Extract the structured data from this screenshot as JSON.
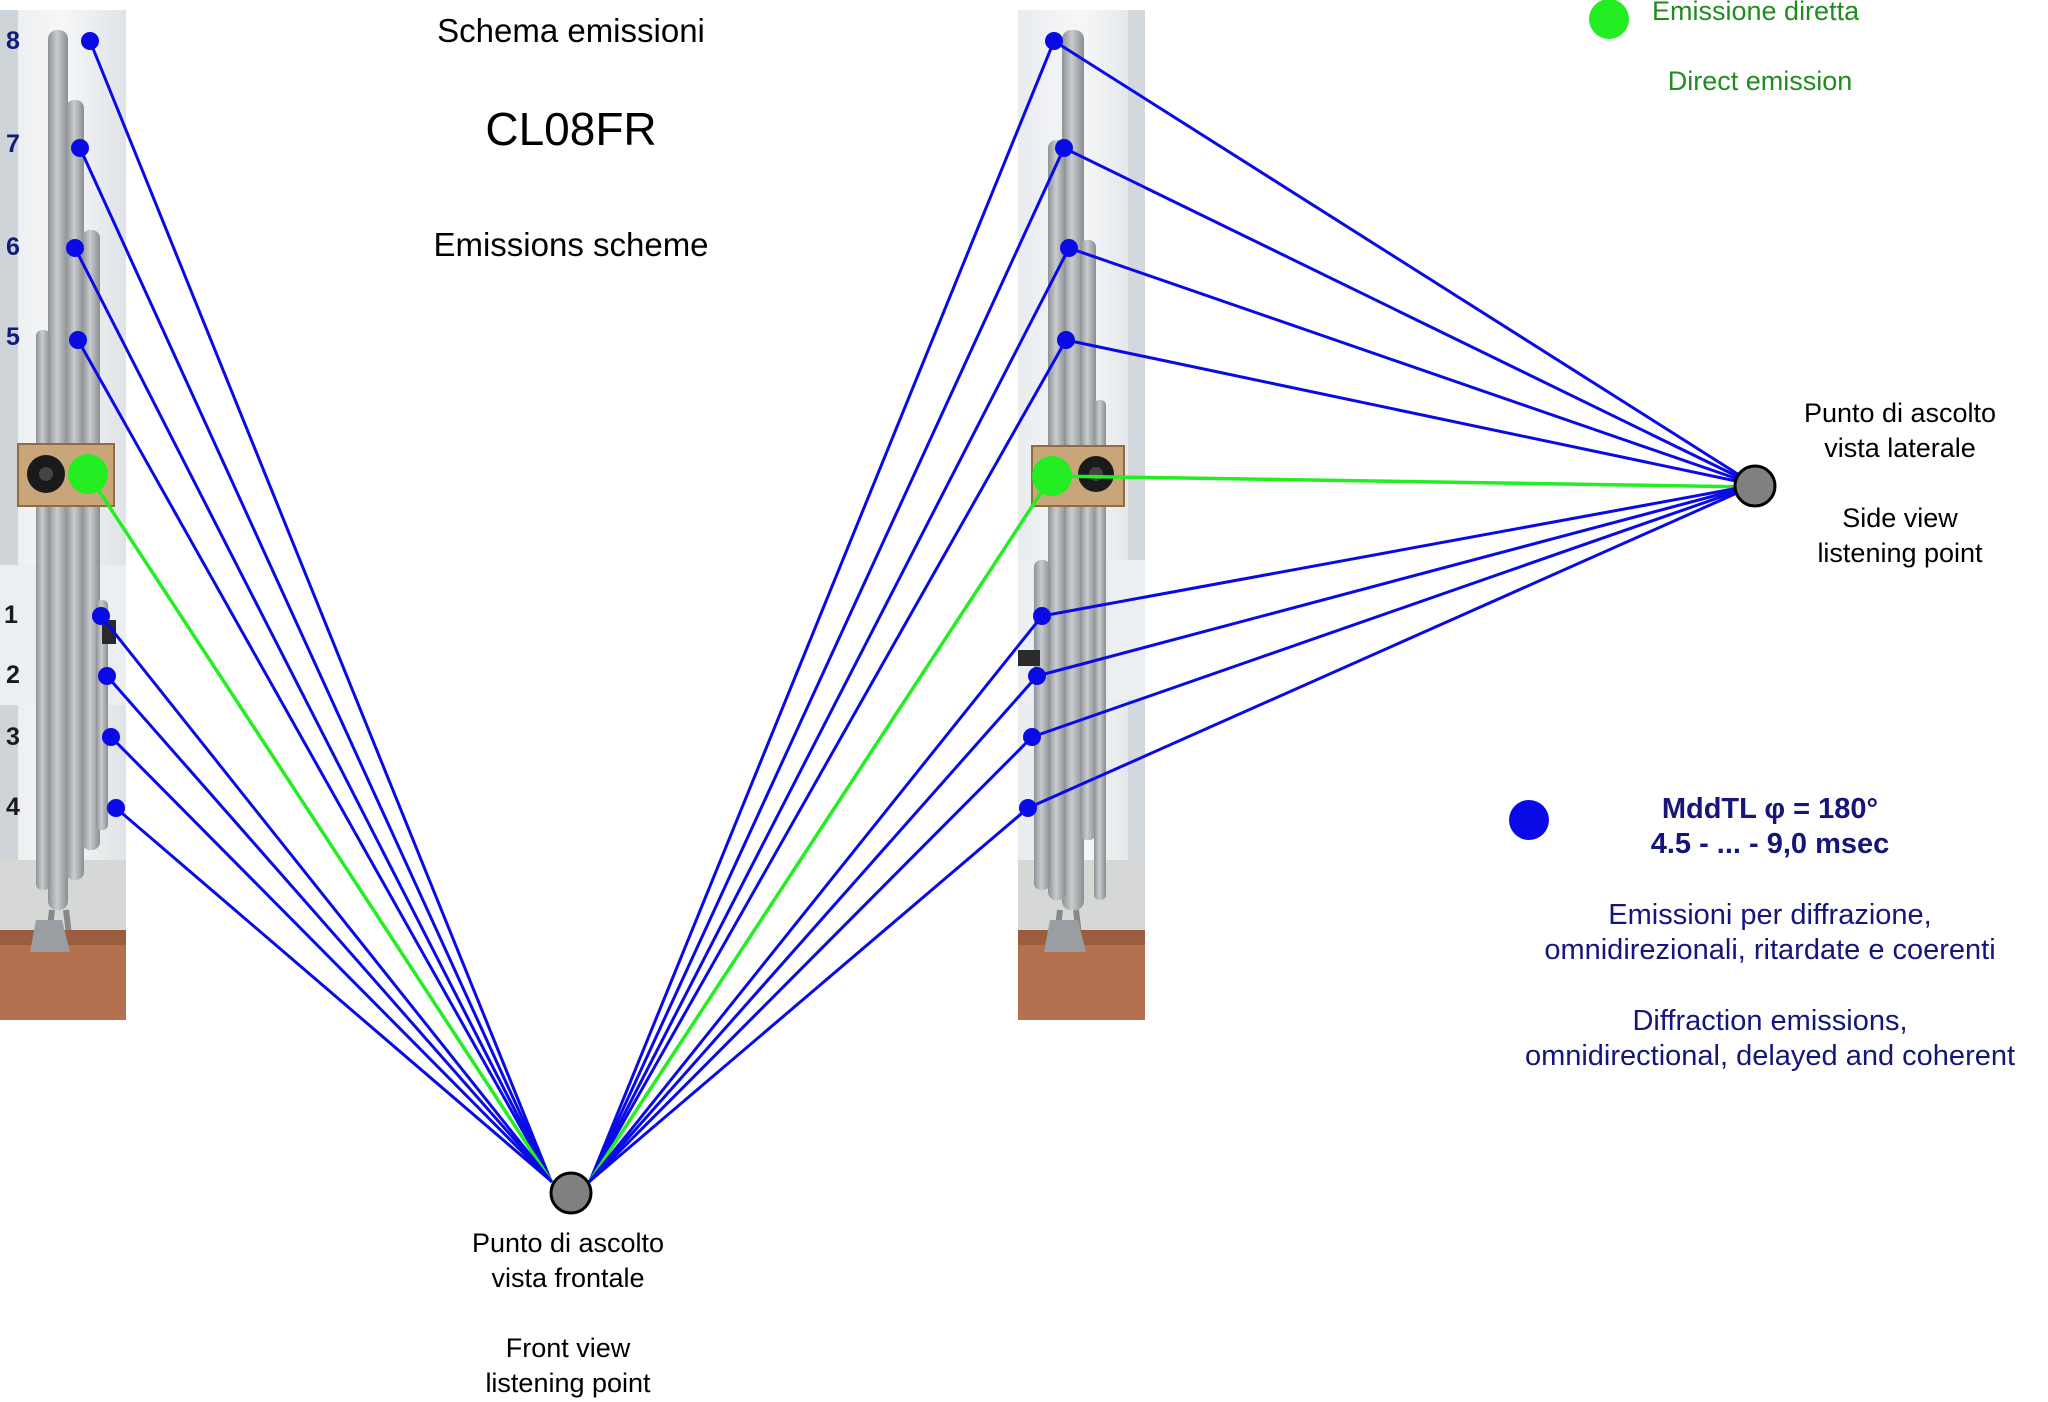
{
  "titles": {
    "it": "Schema emissioni",
    "model": "CL08FR",
    "en": "Emissions scheme"
  },
  "legend": {
    "direct_it": "Emissione diretta",
    "direct_en": "Direct emission",
    "direct_color": "#22ee22",
    "diffraction_color": "#0a0ae6",
    "mddtl": "MddTL  φ = 180°",
    "timing": "4.5 - ... - 9,0 msec",
    "diffraction_it_1": "Emissioni per diffrazione,",
    "diffraction_it_2": "omnidirezionali, ritardate e coerenti",
    "diffraction_en_1": "Diffraction emissions,",
    "diffraction_en_2": "omnidirectional, delayed and coherent"
  },
  "front_point": {
    "label_it_1": "Punto di ascolto",
    "label_it_2": "vista frontale",
    "label_en_1": "Front view",
    "label_en_2": "listening point"
  },
  "side_point": {
    "label_it_1": "Punto di ascolto",
    "label_it_2": "vista laterale",
    "label_en_1": "Side view",
    "label_en_2": "listening point"
  },
  "port_numbers": [
    "8",
    "7",
    "6",
    "5",
    "1",
    "2",
    "3",
    "4"
  ],
  "colors": {
    "listening_point": "#808080",
    "navy_text": "#15157a",
    "green_text": "#1f8c1f"
  }
}
